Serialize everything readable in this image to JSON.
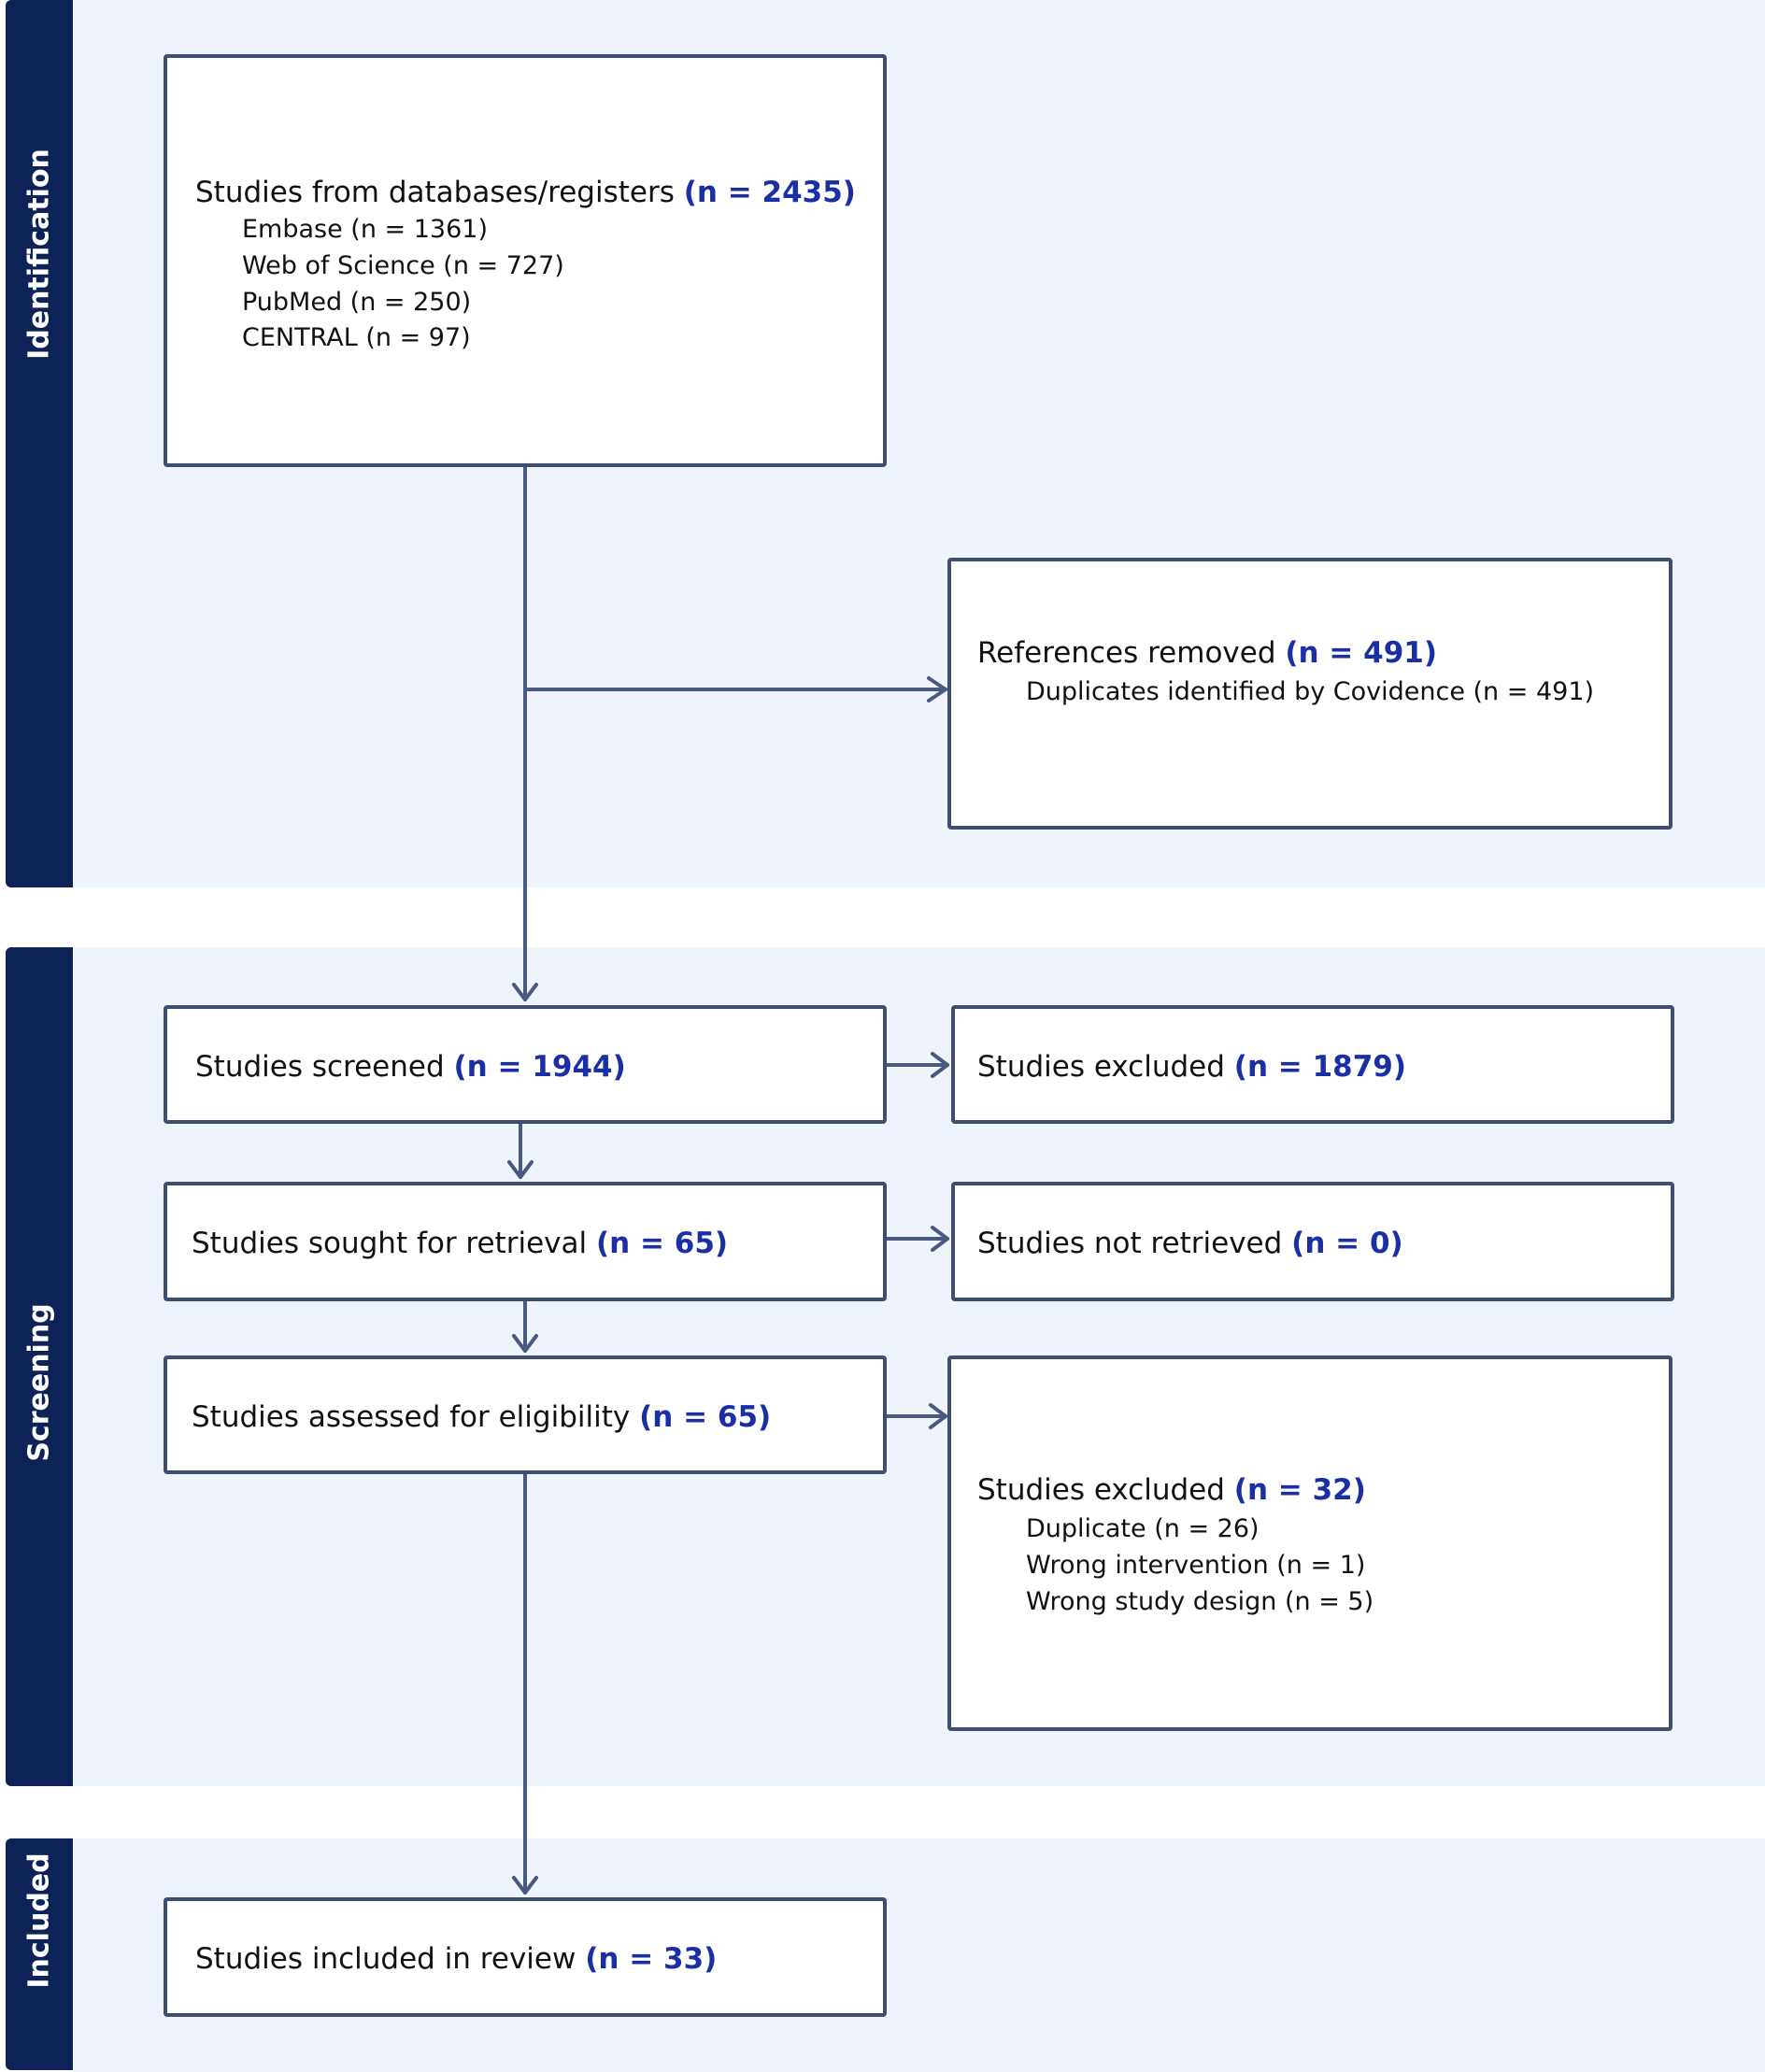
{
  "phases": {
    "identification": "Identification",
    "screening": "Screening",
    "included": "Included"
  },
  "identification": {
    "main": {
      "label": "Studies from databases/registers",
      "count": "(n = 2435)",
      "sources": [
        "Embase (n = 1361)",
        "Web of Science (n = 727)",
        "PubMed (n = 250)",
        "CENTRAL (n = 97)"
      ]
    },
    "removed": {
      "label": "References removed",
      "count": "(n = 491)",
      "details": [
        "Duplicates identified by Covidence (n = 491)"
      ]
    }
  },
  "screening": {
    "screened": {
      "label": "Studies screened",
      "count": "(n = 1944)"
    },
    "excluded": {
      "label": "Studies excluded",
      "count": "(n = 1879)"
    },
    "sought": {
      "label": "Studies sought for retrieval",
      "count": "(n = 65)"
    },
    "not_retrieved": {
      "label": "Studies not retrieved",
      "count": "(n = 0)"
    },
    "assessed": {
      "label": "Studies assessed for eligibility",
      "count": "(n = 65)"
    },
    "excluded_full": {
      "label": "Studies excluded",
      "count": "(n = 32)",
      "reasons": [
        "Duplicate (n = 26)",
        "Wrong intervention (n = 1)",
        "Wrong study design (n = 5)"
      ]
    }
  },
  "included": {
    "final": {
      "label": "Studies included in review",
      "count": "(n = 33)"
    }
  },
  "colors": {
    "sidebar": "#0d2257",
    "band": "#eef3fc",
    "box_border": "#3f4e6e",
    "count_text": "#1b2fa4",
    "connector": "#485a80"
  }
}
